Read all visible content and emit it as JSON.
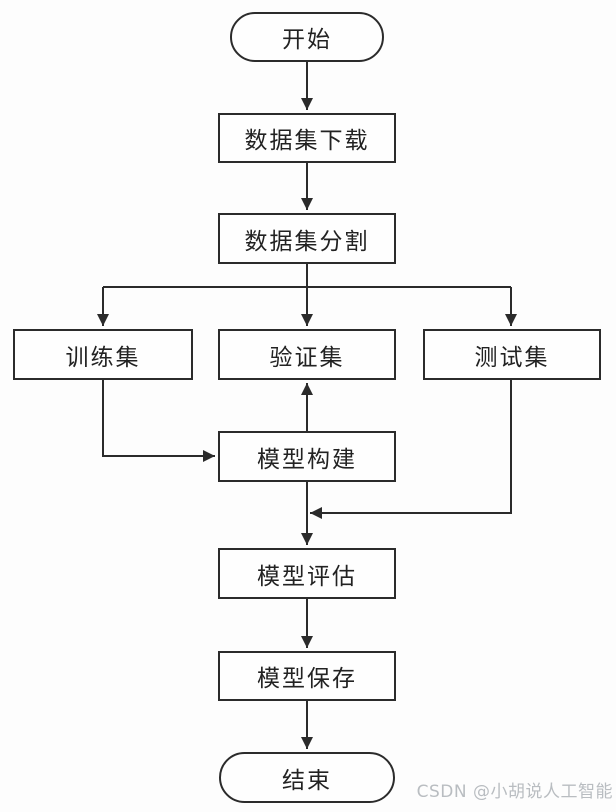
{
  "diagram": {
    "type": "flowchart",
    "nodes": {
      "start": {
        "label": "开始",
        "shape": "terminal"
      },
      "download": {
        "label": "数据集下载",
        "shape": "process"
      },
      "split": {
        "label": "数据集分割",
        "shape": "process"
      },
      "train": {
        "label": "训练集",
        "shape": "process"
      },
      "validate": {
        "label": "验证集",
        "shape": "process"
      },
      "test": {
        "label": "测试集",
        "shape": "process"
      },
      "build": {
        "label": "模型构建",
        "shape": "process"
      },
      "evaluate": {
        "label": "模型评估",
        "shape": "process"
      },
      "save": {
        "label": "模型保存",
        "shape": "process"
      },
      "end": {
        "label": "结束",
        "shape": "terminal"
      }
    },
    "edges": [
      {
        "from": "start",
        "to": "download"
      },
      {
        "from": "download",
        "to": "split"
      },
      {
        "from": "split",
        "to": "train"
      },
      {
        "from": "split",
        "to": "validate"
      },
      {
        "from": "split",
        "to": "test"
      },
      {
        "from": "train",
        "to": "build"
      },
      {
        "from": "build",
        "to": "validate"
      },
      {
        "from": "build",
        "to": "evaluate"
      },
      {
        "from": "test",
        "to": "evaluate"
      },
      {
        "from": "evaluate",
        "to": "save"
      },
      {
        "from": "save",
        "to": "end"
      }
    ],
    "colors": {
      "line": "#2b2b2b",
      "node_border": "#2b2b2b",
      "node_fill": "#fefefe",
      "text": "#222222",
      "background": "#fdfdfd"
    }
  },
  "watermark": {
    "text": "CSDN @小胡说人工智能",
    "color": "#b9bdc1"
  }
}
